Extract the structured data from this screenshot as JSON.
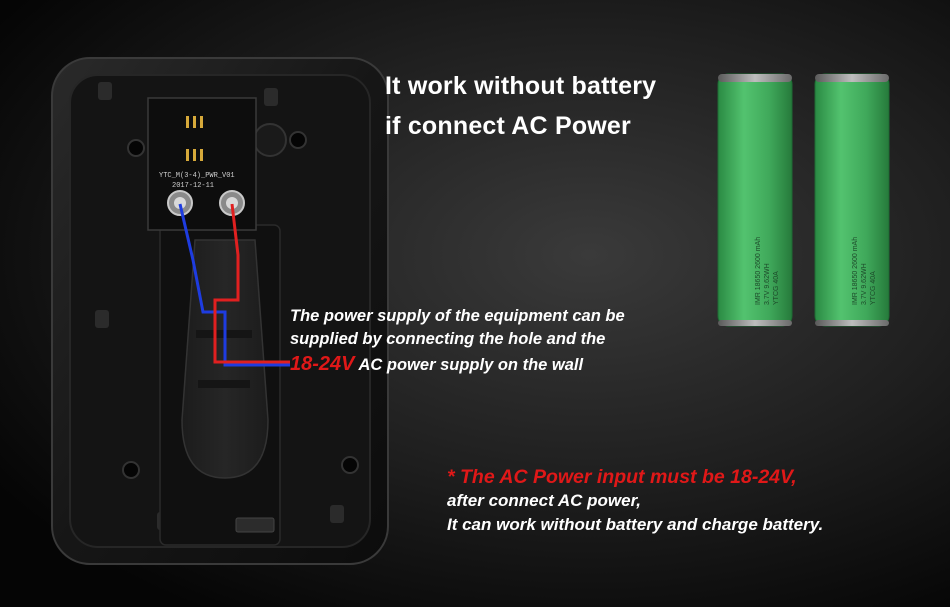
{
  "headline": {
    "line1": "It work without battery",
    "line2": "if connect AC Power"
  },
  "supply_note": {
    "line1": "The power supply of the equipment can be",
    "line2": "supplied by connecting the hole and the",
    "voltage": "18-24V",
    "line3": "AC power supply on the wall"
  },
  "ac_note": {
    "warning": "* The AC Power input must be 18-24V,",
    "line2": "after connect AC power,",
    "line3": "It can work without battery and charge battery."
  },
  "pcb": {
    "label1": "YTC_M(3-4)_PWR_V01",
    "label2": "2017-12-11"
  },
  "battery": {
    "text1": "IMR 18650 2600 mAh",
    "text2": "3.7V 9.62WH",
    "text3": "YTCG 40A"
  },
  "colors": {
    "accent_red": "#e01818",
    "battery_green": "#3fa85a",
    "wire_red": "#e02020",
    "wire_blue": "#1e3ce0"
  }
}
